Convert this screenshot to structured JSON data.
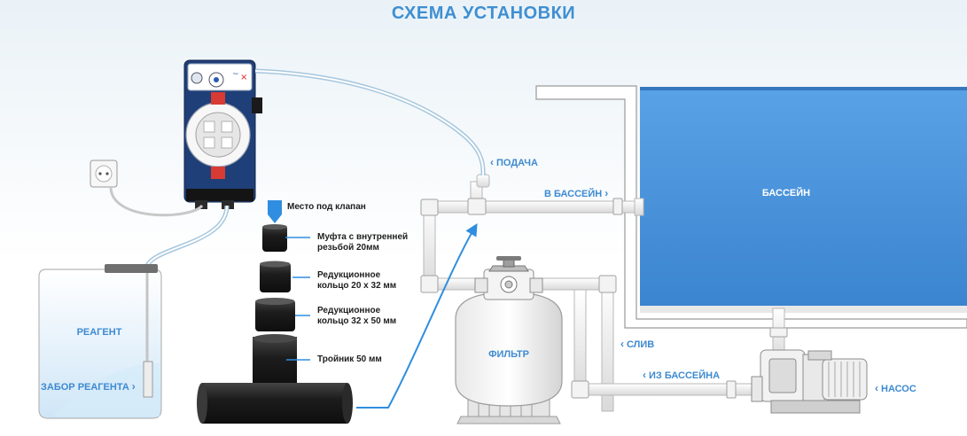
{
  "title": "СХЕМА УСТАНОВКИ",
  "labels": {
    "podacha": "ПОДАЧА",
    "v_basseyn": "В БАССЕЙН",
    "basseyn": "БАССЕЙН",
    "sliv": "СЛИВ",
    "iz_basseyna": "ИЗ БАССЕЙНА",
    "nasos": "НАСОС",
    "filtr": "ФИЛЬТР",
    "reagent": "РЕАГЕНТ",
    "zabor_reagenta": "ЗАБОР РЕАГЕНТА"
  },
  "parts": {
    "mesto_pod_klapan": "Место под клапан",
    "mufta_line1": "Муфта с внутренней",
    "mufta_line2": "резьбой 20мм",
    "red1_line1": "Редукционное",
    "red1_line2": "кольцо 20 х 32 мм",
    "red2_line1": "Редукционное",
    "red2_line2": "кольцо 32 х 50 мм",
    "troynik": "Тройник 50 мм"
  },
  "colors": {
    "accent": "#3f8fd2",
    "pool": "#4b95dc",
    "pump_body": "#1f3f78",
    "fitting": "#2a2a2a",
    "arrow": "#2f8ee0"
  },
  "icons": {
    "chevron_left": "‹",
    "chevron_right": "›"
  }
}
